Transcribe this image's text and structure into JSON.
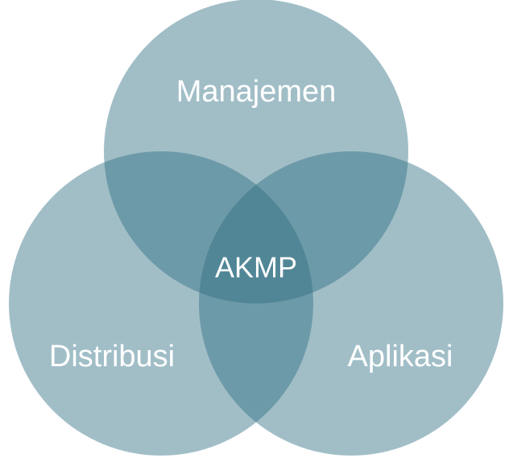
{
  "diagram": {
    "type": "venn-3",
    "circle_color": "#2f6e82",
    "sets": [
      {
        "label": "Manajemen"
      },
      {
        "label": "Distribusi"
      },
      {
        "label": "Aplikasi"
      }
    ],
    "center_label": "AKMP"
  }
}
